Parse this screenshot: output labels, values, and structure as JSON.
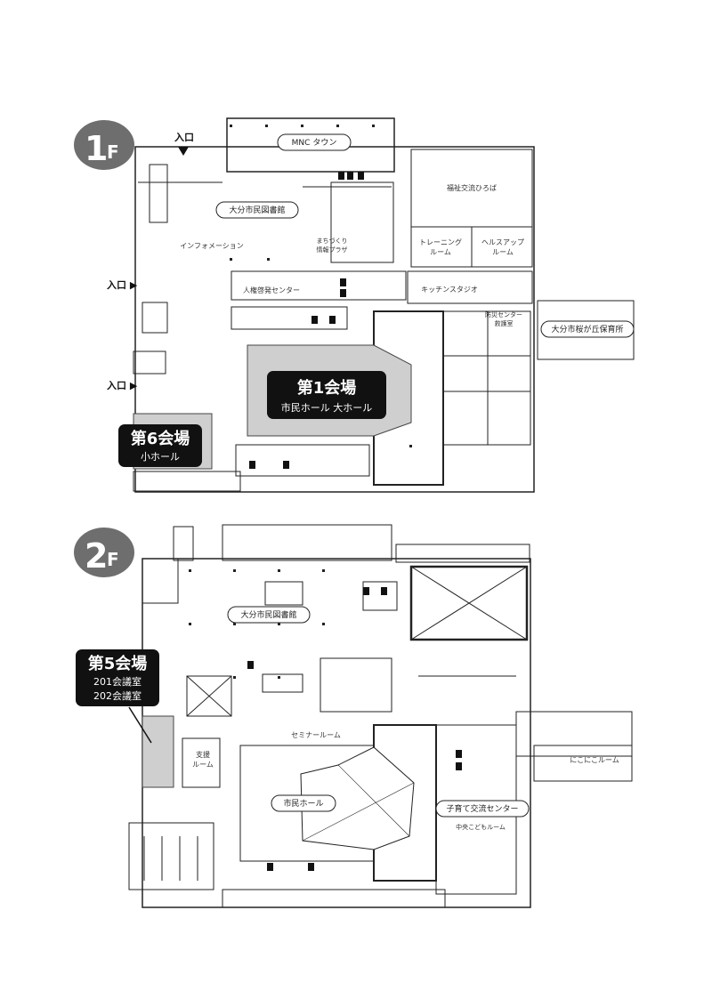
{
  "floor1": {
    "badge": {
      "num": "1",
      "unit": "F"
    },
    "entrances": [
      "入口",
      "入口 ▶",
      "入口 ▶"
    ],
    "pills": {
      "mnc": "MNC タウン",
      "library": "大分市民図書館",
      "nursery": "大分市桜が丘保育所"
    },
    "rooms": {
      "welfare": "福祉交流ひろば",
      "training": [
        "トレーニング",
        "ルーム"
      ],
      "health": [
        "ヘルスアップ",
        "ルーム"
      ],
      "info": "インフォメーション",
      "machi": [
        "まちづくり",
        "情報プラザ"
      ],
      "human": "人権啓発センター",
      "kitchen": "キッチンスタジオ",
      "disaster": [
        "防災センター",
        "救護室"
      ]
    },
    "venue1": {
      "title": "第1会場",
      "sub": "市民ホール 大ホール"
    },
    "venue6": {
      "title": "第6会場",
      "sub": "小ホール"
    }
  },
  "floor2": {
    "badge": {
      "num": "2",
      "unit": "F"
    },
    "pills": {
      "library": "大分市民図書館",
      "hall": "市民ホール",
      "kosodate": "子育て交流センター"
    },
    "rooms": {
      "seminar": "セミナールーム",
      "support": [
        "支援",
        "ルーム"
      ],
      "nikoniko": "にこにこルーム",
      "chuo": "中央こどもルーム"
    },
    "venue5": {
      "title": "第5会場",
      "line1": "201会議室",
      "line2": "202会議室"
    }
  }
}
